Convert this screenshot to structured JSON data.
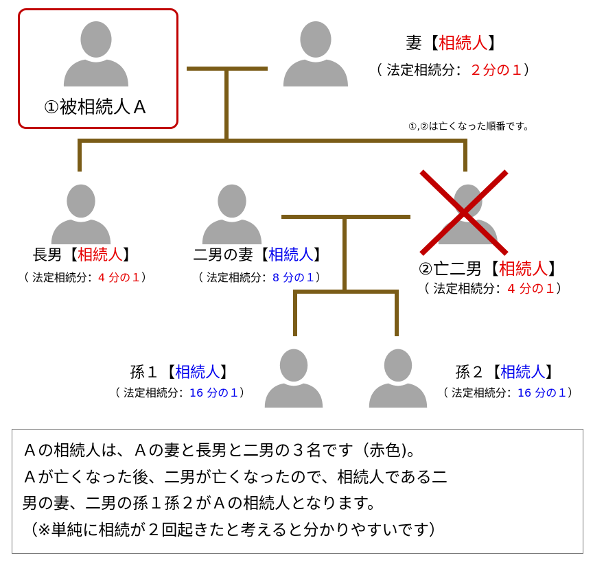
{
  "decedent": {
    "label": "①被相続人Ａ"
  },
  "wife": {
    "name": "妻",
    "bracket_open": "【",
    "role": "相続人",
    "bracket_close": "】",
    "share_prefix": "（ 法定相続分：",
    "share": "２分の１",
    "share_suffix": "）"
  },
  "order_note": "①,②は亡くなった順番です。",
  "eldest_son": {
    "name": "長男",
    "bracket_open": "【",
    "role": "相続人",
    "bracket_close": "】",
    "share_prefix": "（ 法定相続分：",
    "share": "4 分の１",
    "share_suffix": "）"
  },
  "second_son_wife": {
    "name": "二男の妻",
    "bracket_open": "【",
    "role": "相続人",
    "bracket_close": "】",
    "share_prefix": "（ 法定相続分：",
    "share": "8 分の１",
    "share_suffix": "）"
  },
  "second_son": {
    "name": "②亡二男",
    "bracket_open": "【",
    "role": "相続人",
    "bracket_close": "】",
    "share_prefix": "（ 法定相続分：",
    "share": "4 分の１",
    "share_suffix": "）"
  },
  "grandchild1": {
    "name": "孫１",
    "bracket_open": "【",
    "role": "相続人",
    "bracket_close": "】",
    "share_prefix": "（ 法定相続分：",
    "share": "16 分の１",
    "share_suffix": "）"
  },
  "grandchild2": {
    "name": "孫２",
    "bracket_open": "【",
    "role": "相続人",
    "bracket_close": "】",
    "share_prefix": "（ 法定相続分：",
    "share": "16 分の１",
    "share_suffix": "）"
  },
  "explanation": {
    "lines": [
      "Ａの相続人は、Ａの妻と長男と二男の３名です（赤色)。",
      "Ａが亡くなった後、二男が亡くなったので、相続人である二",
      "男の妻、二男の孫１孫２がＡの相続人となります。",
      "（※単純に相続が２回起きたと考えると分かりやすいです）"
    ]
  },
  "colors": {
    "heir_red": "#e60000",
    "heir_blue": "#0000ee",
    "line": "#7a5c17",
    "person": "#a6a6a6",
    "frame": "#c00000"
  }
}
